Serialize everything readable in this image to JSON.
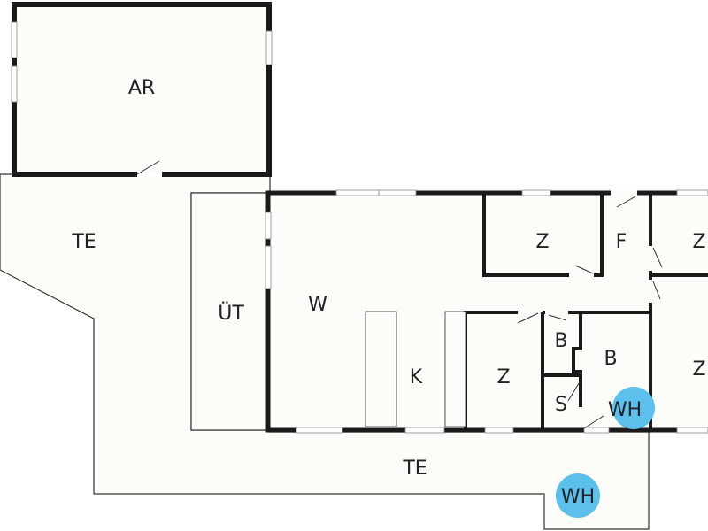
{
  "rooms": {
    "ar": "AR",
    "te_left": "TE",
    "ut": "ÜT",
    "w": "W",
    "k": "K",
    "z_top": "Z",
    "f": "F",
    "z_right_top": "Z",
    "z_mid": "Z",
    "b_small": "B",
    "b_large": "B",
    "s": "S",
    "wh_inner": "WH",
    "z_right": "Z",
    "te_bottom": "TE",
    "wh_outer": "WH"
  },
  "colors": {
    "wall": "#1a1a1a",
    "floor": "#fcfcf8",
    "thin_line": "#333333",
    "wh_marker": "#5bc0eb"
  }
}
